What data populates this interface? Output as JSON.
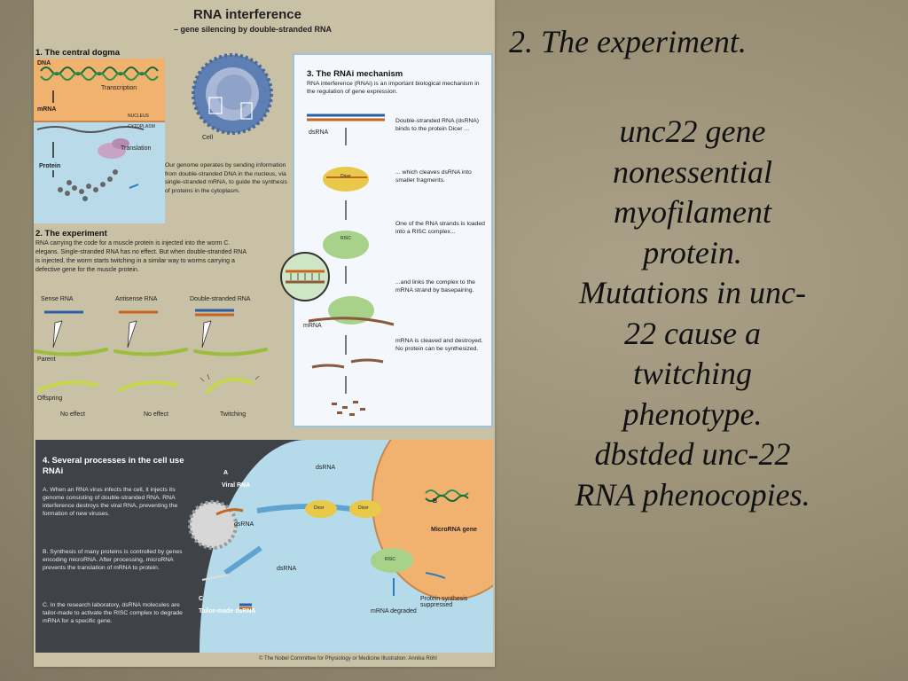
{
  "slide": {
    "title": "2. The experiment.",
    "body_lines": [
      "unc22 gene",
      "nonessential",
      "myofilament",
      "protein.",
      "Mutations in unc-",
      "22 cause a",
      "twitching",
      "phenotype.",
      "dbstded unc-22",
      "RNA phenocopies."
    ]
  },
  "figure": {
    "title": "RNA interference",
    "subtitle": "– gene silencing by double-stranded RNA",
    "panel1": {
      "title": "1.  The central dogma",
      "labels": {
        "dna": "DNA",
        "transcription": "Transcription",
        "mrna": "mRNA",
        "nucleus": "NUCLEUS",
        "cytoplasm": "CYTOPLASM",
        "translation": "Translation",
        "protein": "Protein",
        "cell": "Cell"
      },
      "cell_text": "Our genome operates by sending information from double-stranded DNA in the nucleus, via single-stranded mRNA, to guide the synthesis of proteins in the cytoplasm."
    },
    "panel2": {
      "title": "2.  The experiment",
      "text": "RNA carrying the code for a muscle protein is injected into the worm C. elegans. Single-stranded RNA has no effect. But when double-stranded RNA is injected, the worm starts twitching in a similar way to worms carrying a defective gene for the muscle protein.",
      "columns": [
        "Sense RNA",
        "Antisense RNA",
        "Double-stranded RNA"
      ],
      "parent_label": "Parent",
      "offspring_label": "Offspring",
      "results": [
        "No effect",
        "No effect",
        "Twitching"
      ]
    },
    "panel3": {
      "title": "3.  The RNAi mechanism",
      "intro": "RNA interference (RNAi) is an important biological mechanism in the regulation of gene expression.",
      "dsrna_label": "dsRNA",
      "mrna_label": "mRNA",
      "dicer_label": "Dicer",
      "risc_label": "RISC",
      "steps": [
        "Double-stranded RNA (dsRNA) binds to the protein Dicer ...",
        "... which cleaves dsRNA into smaller fragments.",
        "One of the RNA strands is loaded into a RISC complex...",
        "...and links the complex to the mRNA strand by basepairing.",
        "mRNA is cleaved and destroyed. No protein can be synthesized."
      ]
    },
    "panel4": {
      "title": "4.  Several processes in the cell use RNAi",
      "items": [
        "A. When an RNA virus infects the cell, it injects its genome consisting of double-stranded RNA. RNA interference destroys the viral RNA, preventing the formation of new viruses.",
        "B. Synthesis of many proteins is controlled by genes encoding microRNA. After processing, microRNA prevents the translation of mRNA to protein.",
        "C. In the research laboratory, dsRNA molecules are tailor-made to activate the RISC complex to degrade mRNA for a specific gene."
      ],
      "labels": {
        "a": "A",
        "viral_rna": "Viral RNA",
        "b": "B",
        "microrna_gene": "MicroRNA gene",
        "c": "C",
        "tailor_made": "Tailor-made dsRNA",
        "dsrna": "dsRNA",
        "dicer": "Dicer",
        "risc": "RISC",
        "protein_suppressed": "Protein synthesis suppressed",
        "mrna_degraded": "mRNA degraded"
      }
    },
    "credits": "© The Nobel Committee for Physiology or Medicine     Illustration: Annika Röhl"
  }
}
